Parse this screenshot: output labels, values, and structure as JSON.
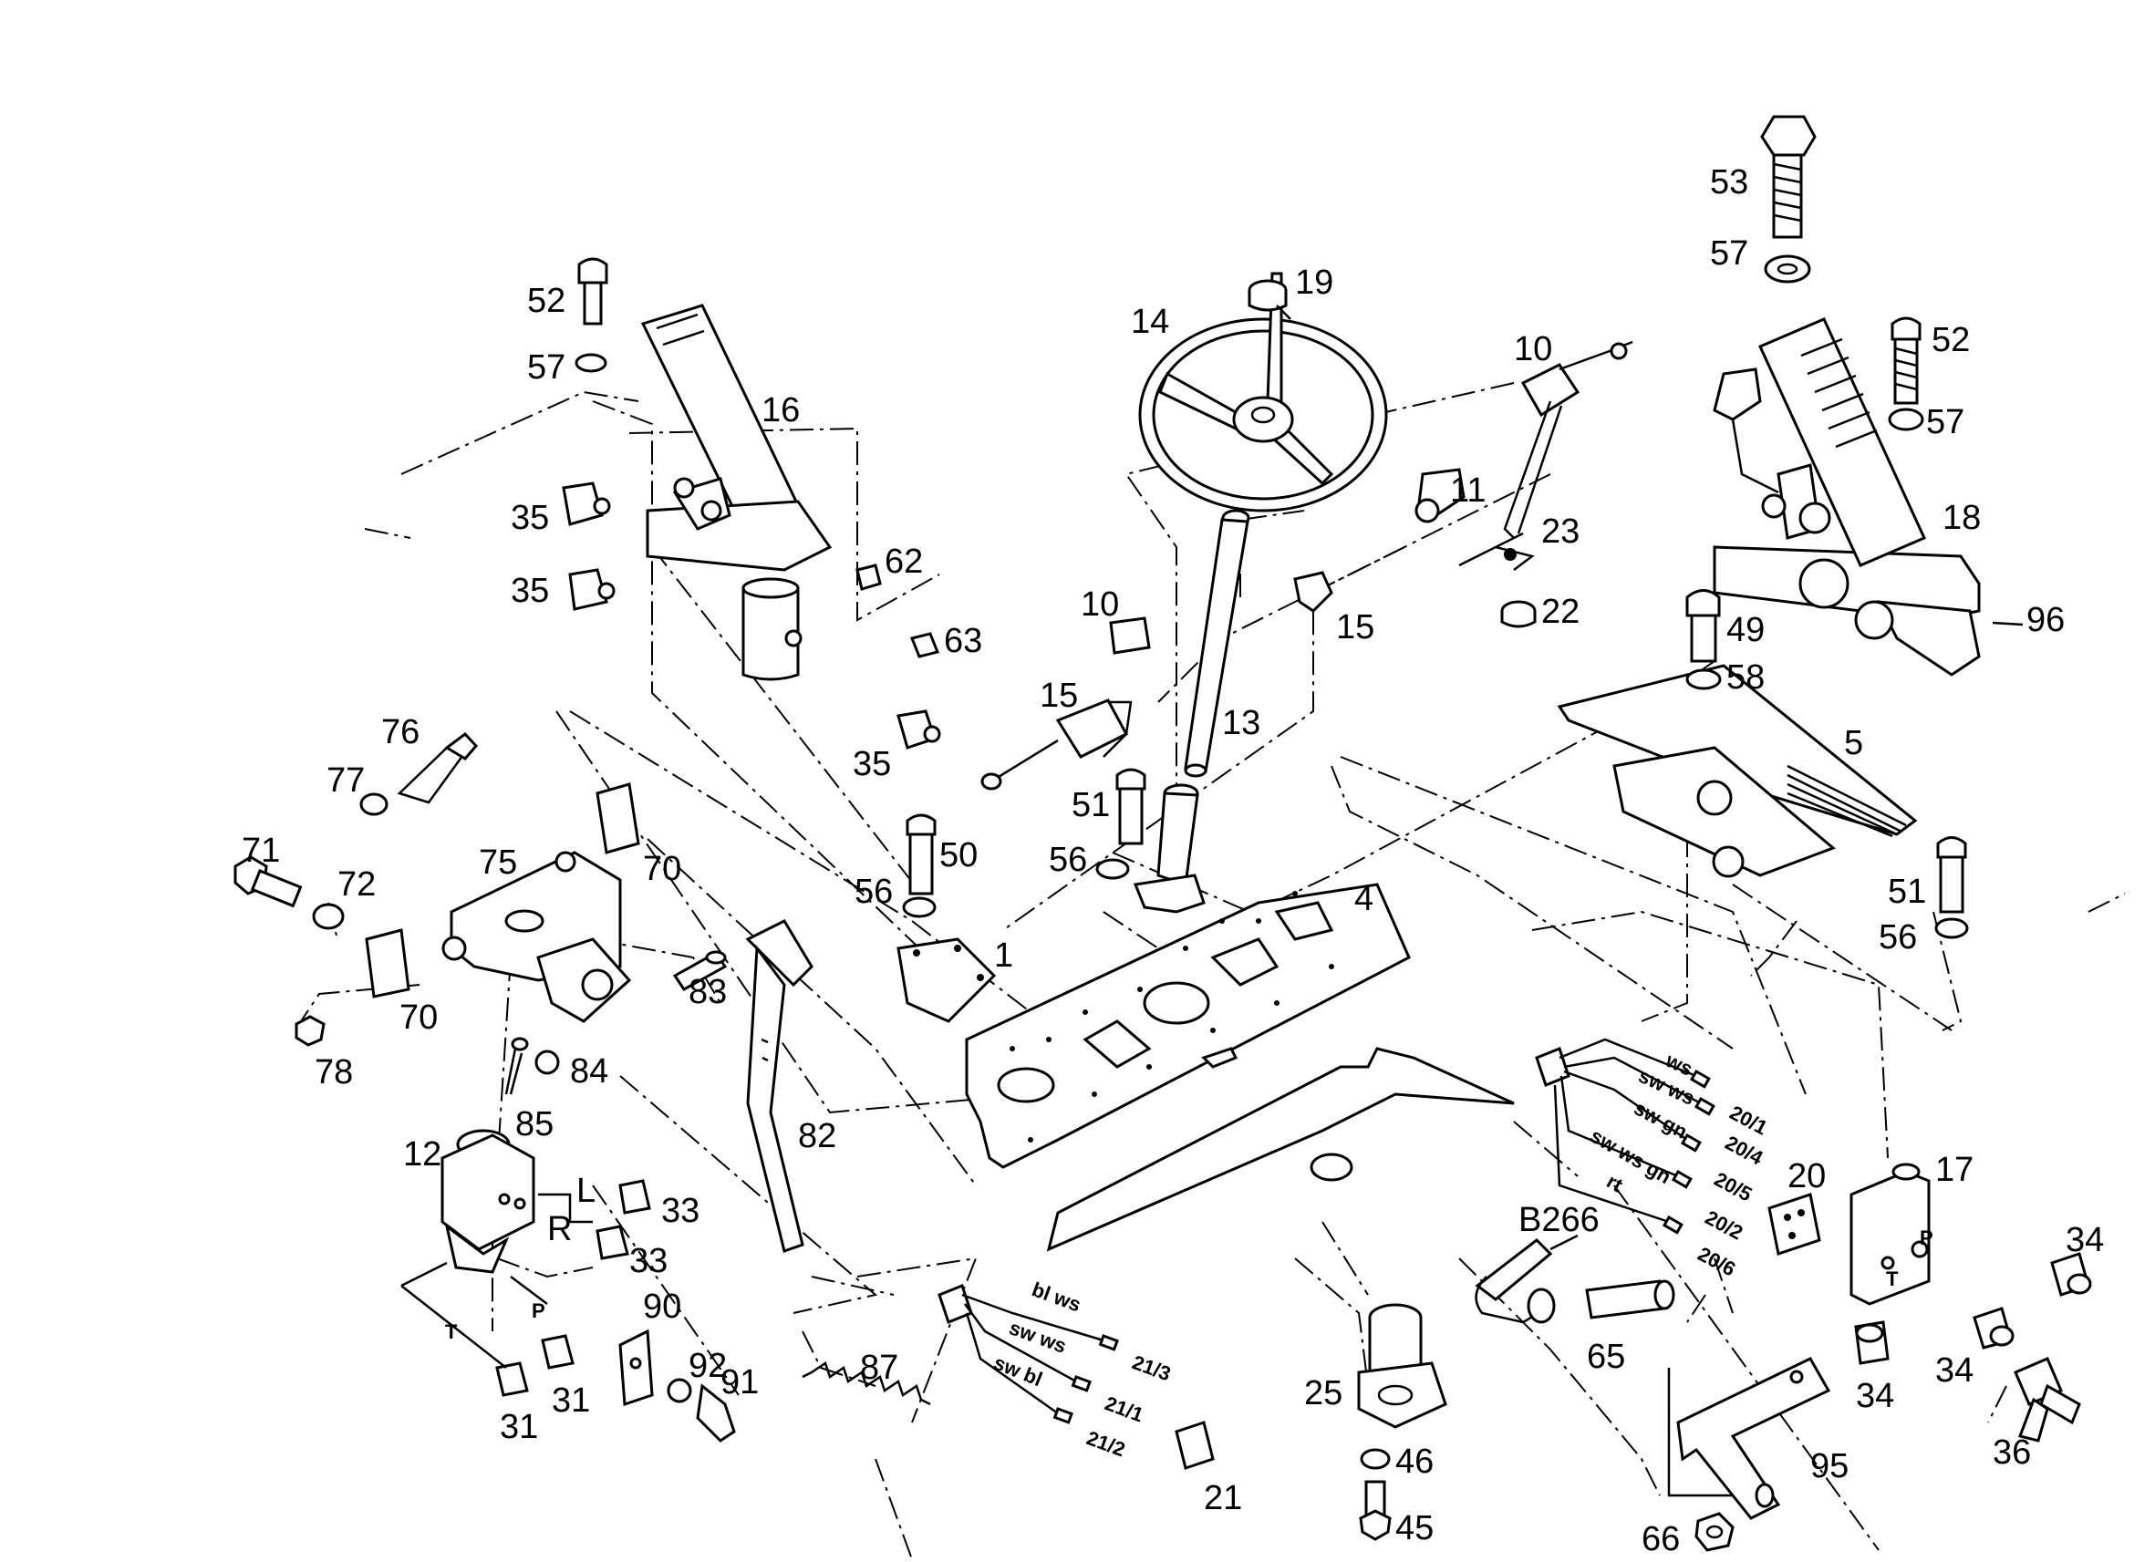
{
  "labels": {
    "l53": "53",
    "l57a": "57",
    "l52a": "52",
    "l57b": "57",
    "l52b": "52",
    "l57c": "57",
    "l19": "19",
    "l14": "14",
    "l10a": "10",
    "l11": "11",
    "l23": "23",
    "l22": "22",
    "l10b": "10",
    "l15a": "15",
    "l15b": "15",
    "l13": "13",
    "l16": "16",
    "l35a": "35",
    "l35b": "35",
    "l35c": "35",
    "l62": "62",
    "l63": "63",
    "l18": "18",
    "l96": "96",
    "l49": "49",
    "l58": "58",
    "l5": "5",
    "l76": "76",
    "l77": "77",
    "l71": "71",
    "l72": "72",
    "l75": "75",
    "l70a": "70",
    "l70b": "70",
    "l78": "78",
    "l83": "83",
    "l84": "84",
    "l85": "85",
    "l82": "82",
    "l50": "50",
    "l56a": "56",
    "l51a": "51",
    "l56b": "56",
    "l51b": "51",
    "l56c": "56",
    "l1": "1",
    "l4": "4",
    "l12": "12",
    "l33a": "33",
    "l33b": "33",
    "l31a": "31",
    "l31b": "31",
    "l90": "90",
    "l92": "92",
    "l91": "91",
    "l87": "87",
    "l20": "20",
    "l17": "17",
    "l34a": "34",
    "l34b": "34",
    "l34c": "34",
    "l36": "36",
    "lB266": "B266",
    "l65": "65",
    "l95": "95",
    "l66": "66",
    "l25": "25",
    "l46": "46",
    "l45": "45",
    "l21": "21",
    "pL": "L",
    "pR": "R",
    "pT1": "T",
    "pP1": "P",
    "pT2": "T",
    "pP2": "P"
  },
  "wire_labels_20": [
    "ws",
    "sw ws",
    "sw gn",
    "sw ws gn",
    "rt"
  ],
  "wire_ends_20": [
    "20/1",
    "20/4",
    "20/5",
    "20/2",
    "20/6"
  ],
  "wire_labels_21": [
    "bl ws",
    "sw ws",
    "sw bl"
  ],
  "wire_ends_21": [
    "21/3",
    "21/1",
    "21/2"
  ]
}
